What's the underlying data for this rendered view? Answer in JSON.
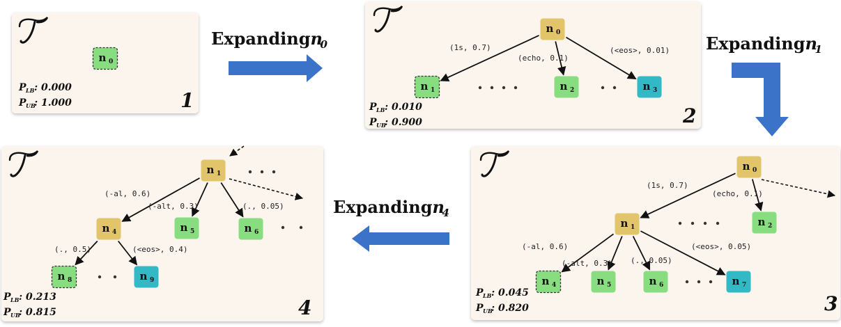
{
  "colors": {
    "panel_bg": "#fcf5ee",
    "expanded_node": "#e2c46a",
    "leaf_node": "#88dd80",
    "terminal_node": "#33b8c6",
    "step_arrow": "#3a73c8"
  },
  "tree_symbol": "T",
  "panels": [
    {
      "number": "1",
      "p_lb": {
        "p": "P",
        "sub": "LB",
        "value": " : 0.000"
      },
      "p_ub": {
        "p": "P",
        "sub": "UB",
        "value": ": 1.000"
      },
      "nodes": [
        {
          "id": "n0",
          "n": "n",
          "sub": "0",
          "kind": "leaf",
          "selected": true
        }
      ],
      "edges": []
    },
    {
      "number": "2",
      "p_lb": {
        "p": "P",
        "sub": "LB",
        "value": " : 0.010"
      },
      "p_ub": {
        "p": "P",
        "sub": "UB",
        "value": ": 0.900"
      },
      "nodes": [
        {
          "id": "n0",
          "n": "n",
          "sub": "0",
          "kind": "expanded",
          "selected": false
        },
        {
          "id": "n1",
          "n": "n",
          "sub": "1",
          "kind": "leaf",
          "selected": true
        },
        {
          "id": "n2",
          "n": "n",
          "sub": "2",
          "kind": "leaf",
          "selected": false
        },
        {
          "id": "n3",
          "n": "n",
          "sub": "3",
          "kind": "terminal",
          "selected": false
        }
      ],
      "edges": [
        {
          "from": "n0",
          "to": "n1",
          "label": "(1s, 0.7)"
        },
        {
          "from": "n0",
          "to": "n2",
          "label": "(echo, 0.1)"
        },
        {
          "from": "n0",
          "to": "n3",
          "label": "(<eos>, 0.01)"
        }
      ]
    },
    {
      "number": "3",
      "p_lb": {
        "p": "P",
        "sub": "LB",
        "value": " : 0.045"
      },
      "p_ub": {
        "p": "P",
        "sub": "UB",
        "value": ": 0.820"
      },
      "nodes": [
        {
          "id": "n0",
          "n": "n",
          "sub": "0",
          "kind": "expanded",
          "selected": false
        },
        {
          "id": "n1",
          "n": "n",
          "sub": "1",
          "kind": "expanded",
          "selected": false
        },
        {
          "id": "n2",
          "n": "n",
          "sub": "2",
          "kind": "leaf",
          "selected": false
        },
        {
          "id": "n4",
          "n": "n",
          "sub": "4",
          "kind": "leaf",
          "selected": true
        },
        {
          "id": "n5",
          "n": "n",
          "sub": "5",
          "kind": "leaf",
          "selected": false
        },
        {
          "id": "n6",
          "n": "n",
          "sub": "6",
          "kind": "leaf",
          "selected": false
        },
        {
          "id": "n7",
          "n": "n",
          "sub": "7",
          "kind": "terminal",
          "selected": false
        }
      ],
      "edges": [
        {
          "from": "n0",
          "to": "n1",
          "label": "(1s, 0.7)"
        },
        {
          "from": "n0",
          "to": "n2",
          "label": "(echo, 0.1)"
        },
        {
          "from": "n1",
          "to": "n4",
          "label": "(-al, 0.6)"
        },
        {
          "from": "n1",
          "to": "n5",
          "label": "(-alt, 0.3)"
        },
        {
          "from": "n1",
          "to": "n6",
          "label": "(., 0.05)"
        },
        {
          "from": "n1",
          "to": "n7",
          "label": "(<eos>, 0.05)"
        }
      ]
    },
    {
      "number": "4",
      "p_lb": {
        "p": "P",
        "sub": "LB",
        "value": " : 0.213"
      },
      "p_ub": {
        "p": "P",
        "sub": "UB",
        "value": ": 0.815"
      },
      "nodes": [
        {
          "id": "n1",
          "n": "n",
          "sub": "1",
          "kind": "expanded",
          "selected": false
        },
        {
          "id": "n4",
          "n": "n",
          "sub": "4",
          "kind": "expanded",
          "selected": false
        },
        {
          "id": "n5",
          "n": "n",
          "sub": "5",
          "kind": "leaf",
          "selected": false
        },
        {
          "id": "n6",
          "n": "n",
          "sub": "6",
          "kind": "leaf",
          "selected": false
        },
        {
          "id": "n8",
          "n": "n",
          "sub": "8",
          "kind": "leaf",
          "selected": true
        },
        {
          "id": "n9",
          "n": "n",
          "sub": "9",
          "kind": "terminal",
          "selected": false
        }
      ],
      "edges": [
        {
          "from": "n1",
          "to": "n4",
          "label": "(-al, 0.6)"
        },
        {
          "from": "n1",
          "to": "n5",
          "label": "(-alt, 0.3)"
        },
        {
          "from": "n1",
          "to": "n6",
          "label": "(., 0.05)"
        },
        {
          "from": "n4",
          "to": "n8",
          "label": "(., 0.5)"
        },
        {
          "from": "n4",
          "to": "n9",
          "label": "(<eos>, 0.4)"
        }
      ]
    }
  ],
  "transitions": [
    {
      "text": "Expanding ",
      "n": "n",
      "sub": "0"
    },
    {
      "text": "Expanding ",
      "n": "n",
      "sub": "1"
    },
    {
      "text": "Expanding ",
      "n": "n",
      "sub": "4"
    }
  ]
}
